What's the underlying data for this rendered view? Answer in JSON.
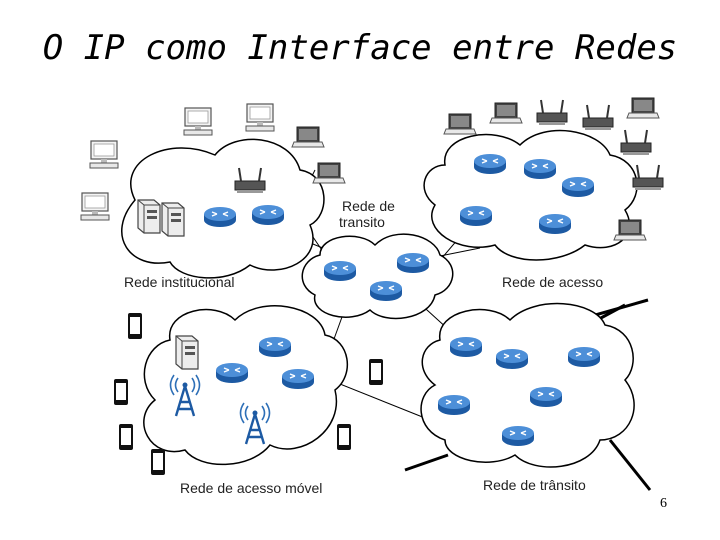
{
  "title": "O IP como Interface entre Redes",
  "labels": {
    "transit_top_line1": "Rede de",
    "transit_top_line2": "transito",
    "institutional": "Rede institucional",
    "access": "Rede de acesso",
    "mobile_access": "Rede de acesso móvel",
    "transit_bottom": "Rede de trânsito"
  },
  "page_number": "6",
  "colors": {
    "router_body": "#2e6fb7",
    "router_top": "#5b9be0",
    "cloud_stroke": "#000000",
    "link": "#000000"
  }
}
